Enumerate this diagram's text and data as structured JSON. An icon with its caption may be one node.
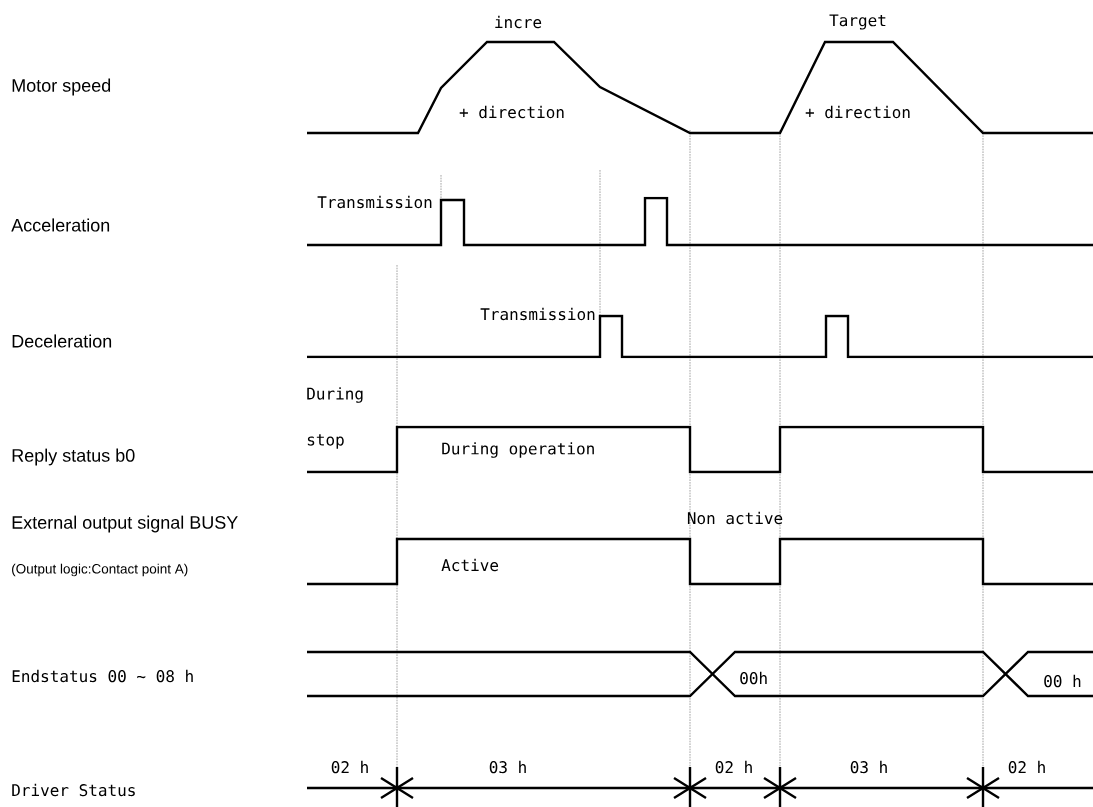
{
  "diagram": {
    "labels": [
      "incre",
      "Target",
      "Motor speed",
      "+ direction",
      "+ direction",
      "Transmission",
      "Acceleration",
      "Transmission",
      "Deceleration",
      "During stop",
      "Reply status b0",
      "During operation",
      "External output signal BUSY",
      "Non active",
      "(Output logic:Contact point A)",
      "Active",
      "Endstatus 00 ~ 08 h",
      "00h",
      "00 h",
      "Driver Status",
      "02 h",
      "03 h",
      "02 h",
      "03 h",
      "02 h"
    ]
  }
}
